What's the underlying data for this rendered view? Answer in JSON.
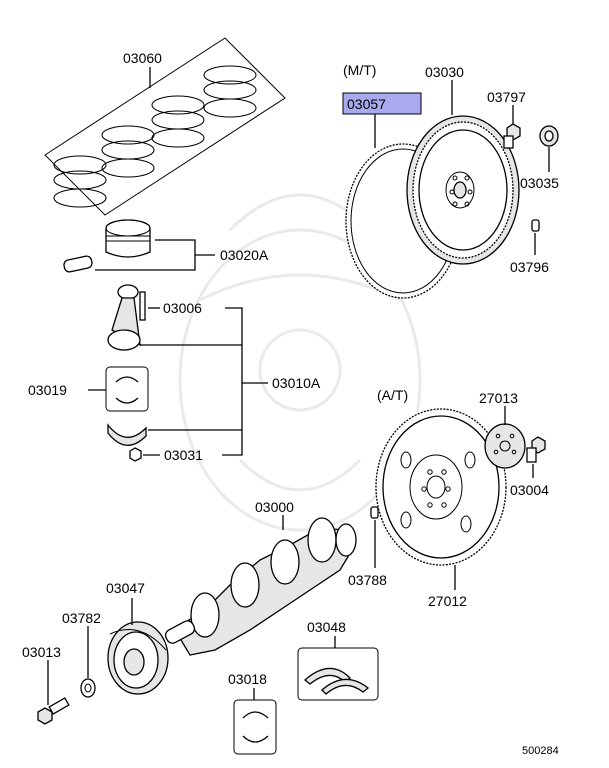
{
  "callouts": {
    "p03060": "03060",
    "p03020a": "03020A",
    "p03006": "03006",
    "p03019": "03019",
    "p03010a": "03010A",
    "p03031": "03031",
    "p03000": "03000",
    "p03047": "03047",
    "p03782": "03782",
    "p03013": "03013",
    "p03018": "03018",
    "p03048": "03048",
    "p03788": "03788",
    "p27012": "27012",
    "p27013": "27013",
    "p03004": "03004",
    "p03030": "03030",
    "p03057": "03057",
    "p03797": "03797",
    "p03035": "03035",
    "p03796": "03796"
  },
  "section_labels": {
    "manual": "(M/T)",
    "automatic": "(A/T)"
  },
  "diagram_id": "500284",
  "highlight_color": "#a9a9f0"
}
